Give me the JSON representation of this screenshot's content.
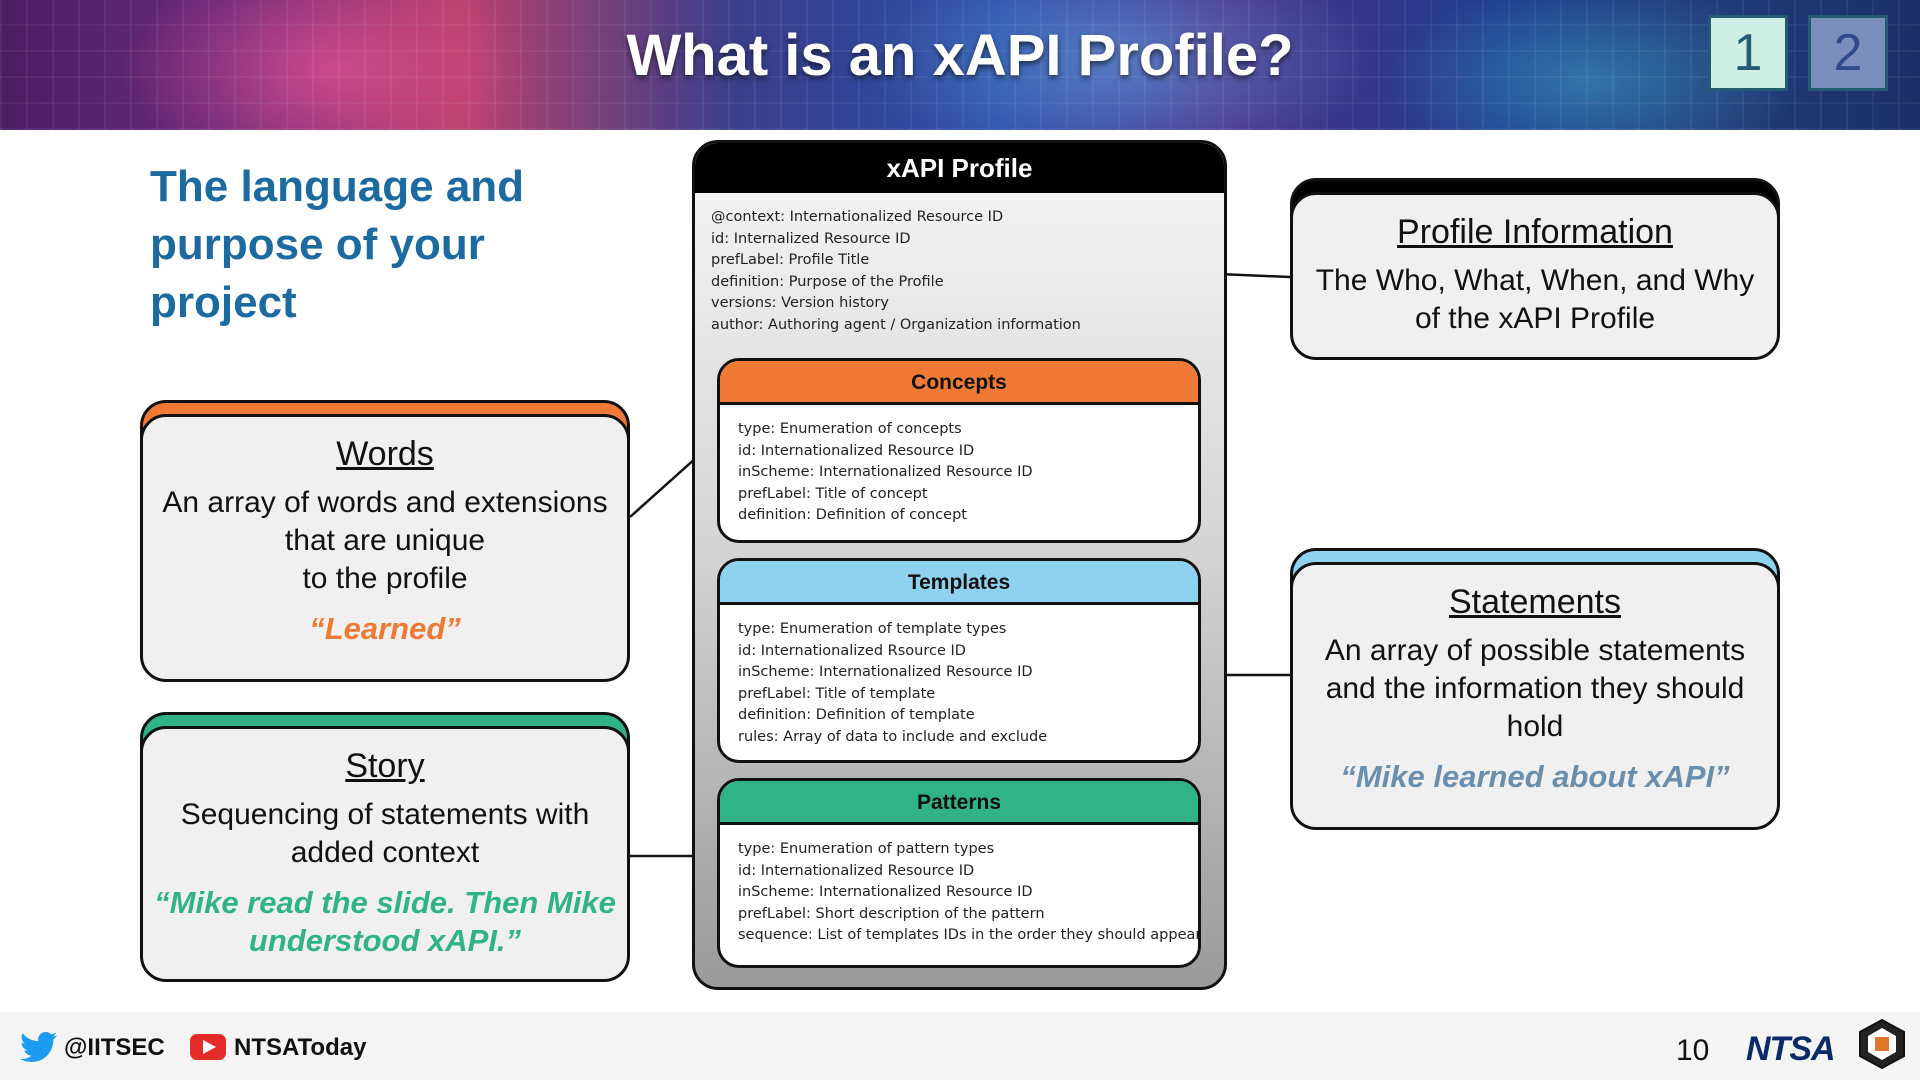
{
  "header": {
    "title": "What is an xAPI Profile?",
    "nav": [
      "1",
      "2"
    ]
  },
  "heading": "The language and purpose of your project",
  "profile": {
    "title": "xAPI Profile",
    "lines": [
      "@context: Internationalized Resource ID",
      "id: Internalized Resource ID",
      "prefLabel: Profile Title",
      "definition: Purpose of the Profile",
      "versions: Version history",
      "author: Authoring agent / Organization information"
    ],
    "concepts": {
      "title": "Concepts",
      "lines": [
        "type: Enumeration of concepts",
        "id: Internationalized Resource ID",
        "inScheme: Internationalized Resource ID",
        "prefLabel: Title of concept",
        "definition: Definition of concept"
      ]
    },
    "templates": {
      "title": "Templates",
      "lines": [
        "type: Enumeration of template types",
        "id: Internationalized Rsource ID",
        "inScheme: Internationalized Resource ID",
        "prefLabel: Title of template",
        "definition: Definition of template",
        "rules: Array of data to include and exclude"
      ]
    },
    "patterns": {
      "title": "Patterns",
      "lines": [
        "type: Enumeration of pattern types",
        "id: Internationalized Resource ID",
        "inScheme: Internationalized Resource ID",
        "prefLabel: Short description of the pattern",
        "sequence: List of templates IDs in the order they should appear"
      ]
    }
  },
  "words": {
    "title": "Words",
    "desc": [
      "An array of words and extensions",
      "that are unique",
      "to the profile"
    ],
    "quote": "“Learned”"
  },
  "story": {
    "title": "Story",
    "desc": [
      "Sequencing of statements with",
      "added context"
    ],
    "quote": [
      "“Mike read the slide. Then Mike",
      "understood xAPI.”"
    ]
  },
  "profile_info": {
    "title": "Profile Information",
    "desc": [
      "The Who, What, When, and Why",
      "of the xAPI Profile"
    ]
  },
  "statements": {
    "title": "Statements",
    "desc": [
      "An array of possible statements",
      "and the information they should",
      "hold"
    ],
    "quote": "“Mike learned about xAPI”"
  },
  "footer": {
    "twitter": "@IITSEC",
    "youtube": "NTSAToday",
    "page": "10",
    "logo": "NTSA"
  },
  "colors": {
    "accent_orange": "#f07a35",
    "accent_blue": "#8fd2ef",
    "accent_green": "#2fb387",
    "heading_blue": "#1b6aa0"
  }
}
